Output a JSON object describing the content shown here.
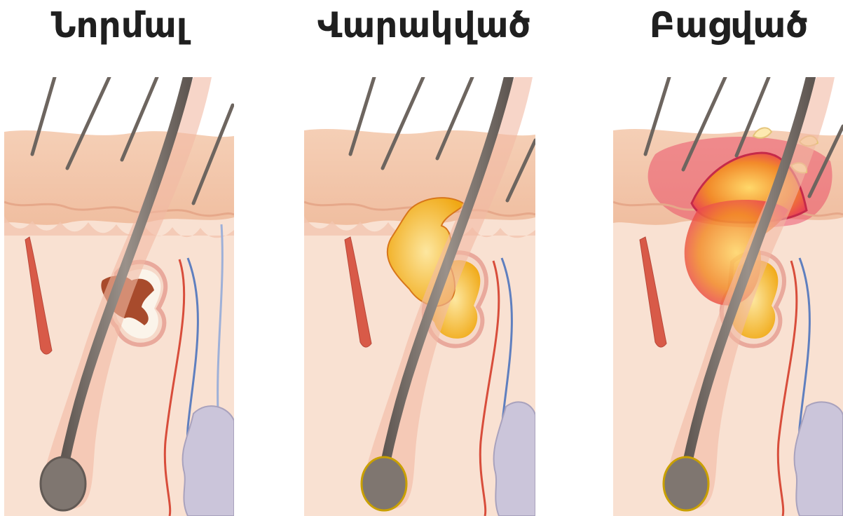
{
  "panels": [
    {
      "label": "Նորմալ"
    },
    {
      "label": "Վարակված"
    },
    {
      "label": "Բացված"
    }
  ],
  "colors": {
    "skin_surface": "#f2c4a7",
    "dermis": "#f8dccb",
    "hair": "#7f7670",
    "sebum": "#f2b21e",
    "blocked_sebum": "#a84b2c",
    "inflammation": "#e8375a",
    "vein": "#5f7fbf",
    "artery": "#d84d3b",
    "fat": "#c9c3d8"
  }
}
